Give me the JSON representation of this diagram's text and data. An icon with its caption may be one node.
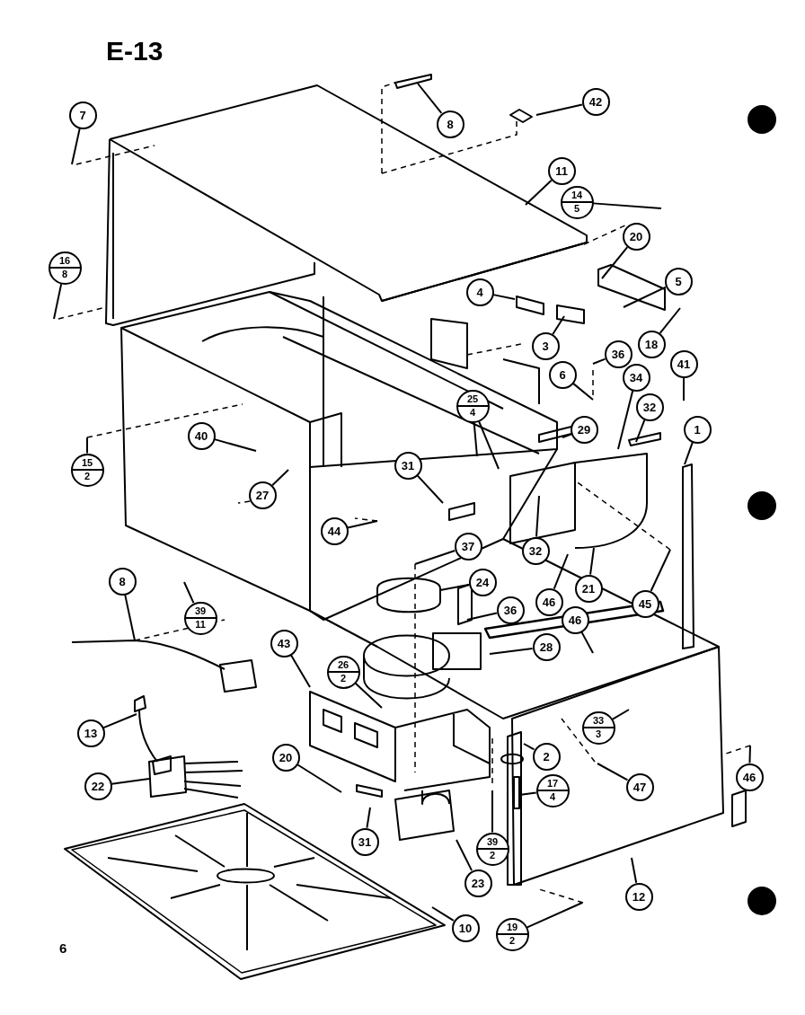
{
  "diagram": {
    "title": "E-13",
    "nodes": [
      {
        "text": [
          "7"
        ]
      },
      {
        "text": [
          "8"
        ]
      },
      {
        "text": [
          "42"
        ]
      },
      {
        "text": [
          "11"
        ]
      },
      {
        "text": [
          "14",
          "5"
        ]
      },
      {
        "text": [
          "16",
          "8"
        ]
      },
      {
        "text": [
          "20"
        ]
      },
      {
        "text": [
          "5"
        ]
      },
      {
        "text": [
          "4"
        ]
      },
      {
        "text": [
          "3"
        ]
      },
      {
        "text": [
          "18"
        ]
      },
      {
        "text": [
          "36"
        ]
      },
      {
        "text": [
          "41"
        ]
      },
      {
        "text": [
          "6"
        ]
      },
      {
        "text": [
          "34"
        ]
      },
      {
        "text": [
          "25",
          "4"
        ]
      },
      {
        "text": [
          "29"
        ]
      },
      {
        "text": [
          "32"
        ]
      },
      {
        "text": [
          "1"
        ]
      },
      {
        "text": [
          "15",
          "2"
        ]
      },
      {
        "text": [
          "40"
        ]
      },
      {
        "text": [
          "27"
        ]
      },
      {
        "text": [
          "31"
        ]
      },
      {
        "text": [
          "44"
        ]
      },
      {
        "text": [
          "32"
        ]
      },
      {
        "text": [
          "37"
        ]
      },
      {
        "text": [
          "21"
        ]
      },
      {
        "text": [
          "46"
        ]
      },
      {
        "text": [
          "45"
        ]
      },
      {
        "text": [
          "8"
        ]
      },
      {
        "text": [
          "39",
          "11"
        ]
      },
      {
        "text": [
          "24"
        ]
      },
      {
        "text": [
          "36"
        ]
      },
      {
        "text": [
          "46"
        ]
      },
      {
        "text": [
          "28"
        ]
      },
      {
        "text": [
          "43"
        ]
      },
      {
        "text": [
          "26",
          "2"
        ]
      },
      {
        "text": [
          "2"
        ]
      },
      {
        "text": [
          "33",
          "3"
        ]
      },
      {
        "text": [
          "13"
        ]
      },
      {
        "text": [
          "47"
        ]
      },
      {
        "text": [
          "17",
          "4"
        ]
      },
      {
        "text": [
          "22"
        ]
      },
      {
        "text": [
          "20"
        ]
      },
      {
        "text": [
          "46"
        ]
      },
      {
        "text": [
          "31"
        ]
      },
      {
        "text": [
          "39",
          "2"
        ]
      },
      {
        "text": [
          "23"
        ]
      },
      {
        "text": [
          "12"
        ]
      },
      {
        "text": [
          "10"
        ]
      },
      {
        "text": [
          "19",
          "2"
        ]
      }
    ],
    "edges": [
      {
        "from": 0,
        "to": null,
        "arrow": "none"
      },
      {
        "from": 1,
        "to": null,
        "arrow": "none"
      },
      {
        "from": 2,
        "to": null,
        "arrow": "none"
      },
      {
        "from": 3,
        "to": null,
        "arrow": "none"
      },
      {
        "from": 4,
        "to": null,
        "arrow": "none"
      },
      {
        "from": 5,
        "to": null,
        "arrow": "none"
      },
      {
        "from": 6,
        "to": null,
        "arrow": "none"
      },
      {
        "from": 7,
        "to": null,
        "arrow": "none"
      },
      {
        "from": 8,
        "to": null,
        "arrow": "none"
      },
      {
        "from": 9,
        "to": null,
        "arrow": "none"
      },
      {
        "from": 10,
        "to": null,
        "arrow": "none"
      },
      {
        "from": 11,
        "to": null,
        "arrow": "none"
      },
      {
        "from": 12,
        "to": null,
        "arrow": "none"
      },
      {
        "from": 13,
        "to": null,
        "arrow": "none"
      },
      {
        "from": 14,
        "to": null,
        "arrow": "none"
      },
      {
        "from": 15,
        "to": null,
        "arrow": "none"
      },
      {
        "from": 15,
        "to": null,
        "arrow": "none"
      },
      {
        "from": 16,
        "to": null,
        "arrow": "none"
      },
      {
        "from": 17,
        "to": null,
        "arrow": "none"
      },
      {
        "from": 18,
        "to": null,
        "arrow": "none"
      },
      {
        "from": 19,
        "to": null,
        "arrow": "none"
      },
      {
        "from": 20,
        "to": null,
        "arrow": "none"
      },
      {
        "from": 21,
        "to": null,
        "arrow": "none"
      },
      {
        "from": 22,
        "to": null,
        "arrow": "none"
      },
      {
        "from": 23,
        "to": null,
        "arrow": "none"
      },
      {
        "from": 24,
        "to": null,
        "arrow": "none"
      },
      {
        "from": 25,
        "to": null,
        "arrow": "none"
      },
      {
        "from": 26,
        "to": null,
        "arrow": "none"
      },
      {
        "from": 27,
        "to": null,
        "arrow": "none"
      },
      {
        "from": 28,
        "to": null,
        "arrow": "none"
      },
      {
        "from": 29,
        "to": null,
        "arrow": "none"
      },
      {
        "from": 30,
        "to": null,
        "arrow": "none"
      },
      {
        "from": 31,
        "to": null,
        "arrow": "none"
      },
      {
        "from": 32,
        "to": null,
        "arrow": "none"
      },
      {
        "from": 33,
        "to": null,
        "arrow": "none"
      },
      {
        "from": 34,
        "to": null,
        "arrow": "none"
      },
      {
        "from": 35,
        "to": null,
        "arrow": "none"
      },
      {
        "from": 36,
        "to": null,
        "arrow": "none"
      },
      {
        "from": 37,
        "to": null,
        "arrow": "none"
      },
      {
        "from": 38,
        "to": null,
        "arrow": "none"
      },
      {
        "from": 39,
        "to": null,
        "arrow": "none"
      },
      {
        "from": 40,
        "to": null,
        "arrow": "none"
      },
      {
        "from": 41,
        "to": null,
        "arrow": "none"
      },
      {
        "from": 42,
        "to": null,
        "arrow": "none"
      },
      {
        "from": 43,
        "to": null,
        "arrow": "none"
      },
      {
        "from": 44,
        "to": null,
        "arrow": "none"
      },
      {
        "from": 45,
        "to": null,
        "arrow": "none"
      },
      {
        "from": 46,
        "to": null,
        "arrow": "none"
      },
      {
        "from": 47,
        "to": null,
        "arrow": "none"
      },
      {
        "from": 48,
        "to": null,
        "arrow": "none"
      },
      {
        "from": 49,
        "to": null,
        "arrow": "none"
      },
      {
        "from": 50,
        "to": null,
        "arrow": "none"
      }
    ],
    "labels": [
      "6"
    ]
  }
}
